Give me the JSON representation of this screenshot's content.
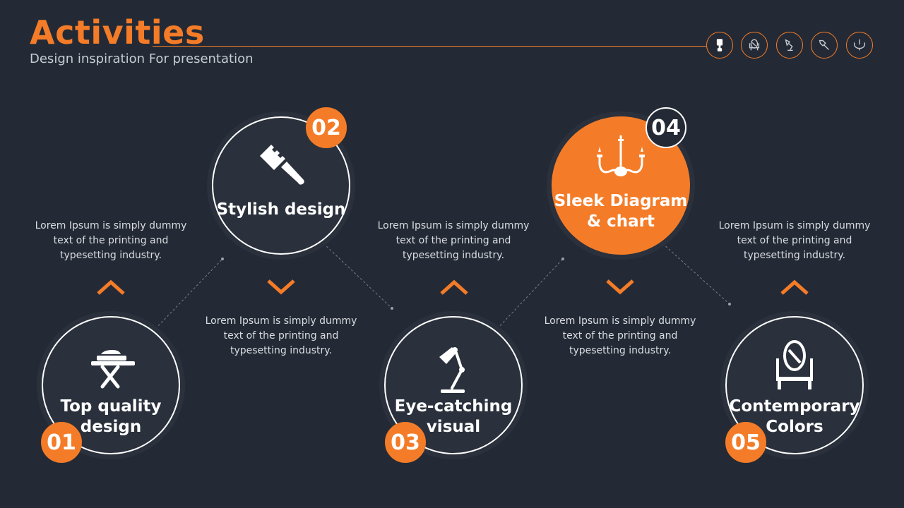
{
  "header": {
    "title": "Activities",
    "subtitle": "Design inspiration For presentation"
  },
  "top_icons": [
    "lamp-icon",
    "mirror-icon",
    "desk-lamp-icon",
    "brush-icon",
    "chandelier-icon"
  ],
  "colors": {
    "accent": "#f47c28",
    "background": "#242a35",
    "circle": "#2b313c"
  },
  "steps": [
    {
      "number": "01",
      "title_line1": "Top quality",
      "title_line2": "design",
      "icon": "iron-icon"
    },
    {
      "number": "02",
      "title_line1": "Stylish design",
      "title_line2": "",
      "icon": "brush-icon"
    },
    {
      "number": "03",
      "title_line1": "Eye-catching",
      "title_line2": "visual",
      "icon": "desk-lamp-icon"
    },
    {
      "number": "04",
      "title_line1": "Sleek Diagram",
      "title_line2": "& chart",
      "icon": "chandelier-icon"
    },
    {
      "number": "05",
      "title_line1": "Contemporary",
      "title_line2": "Colors",
      "icon": "mirror-icon"
    }
  ],
  "descriptions": [
    "Lorem Ipsum is simply dummy text of the printing and typesetting industry.",
    "Lorem Ipsum is simply dummy text of the printing and typesetting industry.",
    "Lorem Ipsum is simply dummy text of the printing and typesetting industry.",
    "Lorem Ipsum is simply dummy text of the printing and typesetting industry.",
    "Lorem Ipsum is simply dummy text of the printing and typesetting industry."
  ]
}
